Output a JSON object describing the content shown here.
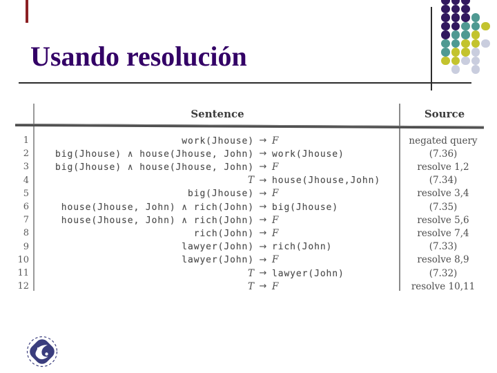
{
  "slide": {
    "title": "Usando resolución",
    "accent_bar_color": "#8b2023",
    "title_color": "#330066"
  },
  "decor": {
    "dot_colors": {
      "P": "#31185e",
      "T": "#4f9992",
      "Y": "#c3c32e",
      "G": "#c9cdde"
    },
    "dot_pattern": [
      "PPP..",
      "PPP..",
      "PPPT.",
      "PPTTY",
      "PTTY.",
      "TTYYG",
      "TYYG.",
      "YYGG.",
      ".G.G."
    ]
  },
  "table": {
    "headers": {
      "sentence": "Sentence",
      "source": "Source"
    },
    "arrow": "→",
    "rows": [
      {
        "num": "1",
        "ante": "work(Jhouse)",
        "cons": "F",
        "source": "negated query"
      },
      {
        "num": "2",
        "ante": "big(Jhouse) ∧ house(Jhouse, John)",
        "cons": "work(Jhouse)",
        "source": "(7.36)"
      },
      {
        "num": "3",
        "ante": "big(Jhouse) ∧ house(Jhouse, John)",
        "cons": "F",
        "source": "resolve 1,2"
      },
      {
        "num": "4",
        "ante": "T",
        "cons": "house(Jhouse,John)",
        "source": "(7.34)"
      },
      {
        "num": "5",
        "ante": "big(Jhouse)",
        "cons": "F",
        "source": "resolve 3,4"
      },
      {
        "num": "6",
        "ante": "house(Jhouse, John) ∧ rich(John)",
        "cons": "big(Jhouse)",
        "source": "(7.35)"
      },
      {
        "num": "7",
        "ante": "house(Jhouse, John) ∧ rich(John)",
        "cons": "F",
        "source": "resolve 5,6"
      },
      {
        "num": "8",
        "ante": "rich(John)",
        "cons": "F",
        "source": "resolve 7,4"
      },
      {
        "num": "9",
        "ante": "lawyer(John)",
        "cons": "rich(John)",
        "source": "(7.33)"
      },
      {
        "num": "10",
        "ante": "lawyer(John)",
        "cons": "F",
        "source": "resolve 8,9"
      },
      {
        "num": "11",
        "ante": "T",
        "cons": "lawyer(John)",
        "source": "(7.32)"
      },
      {
        "num": "12",
        "ante": "T",
        "cons": "F",
        "source": "resolve 10,11"
      }
    ]
  },
  "logo": {
    "name": "university-emblem"
  }
}
